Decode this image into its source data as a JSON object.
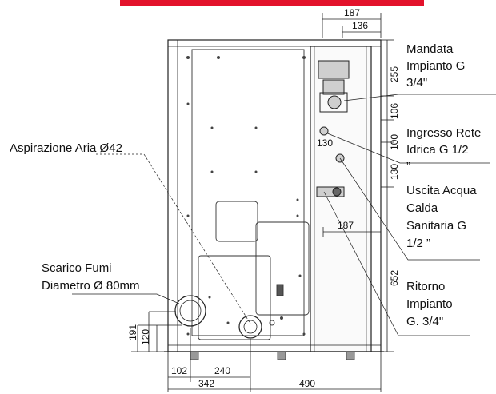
{
  "title_bar_color": "#e3122b",
  "callouts": {
    "mandata": [
      "Mandata",
      "Impianto G",
      "3/4\""
    ],
    "ingresso": [
      "Ingresso Rete",
      "Idrica  G 1/2",
      "”"
    ],
    "uscita": [
      "Uscita Acqua",
      "Calda",
      "Sanitaria G",
      "1/2 ”"
    ],
    "ritorno": [
      "Ritorno",
      "Impianto",
      "G. 3/4\""
    ],
    "aspirazione": "Aspirazione Aria  Ø42",
    "scarico": [
      "Scarico Fumi",
      "Diametro Ø 80mm"
    ]
  },
  "dimensions": {
    "top_187": "187",
    "top_136": "136",
    "right_255": "255",
    "right_106": "106",
    "right_100": "100",
    "right_130": "130",
    "right_652": "652",
    "inner_130": "130",
    "inner_187": "187",
    "left_191": "191",
    "left_120": "120",
    "bottom_102": "102",
    "bottom_240": "240",
    "bottom_342": "342",
    "bottom_490": "490"
  }
}
